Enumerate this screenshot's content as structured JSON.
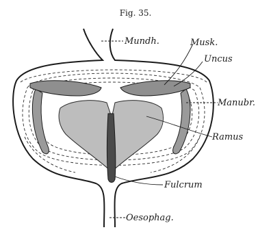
{
  "figure": {
    "title": "Fig. 35.",
    "labels": {
      "mundh": "Mundh.",
      "musk": "Musk.",
      "uncus": "Uncus",
      "manubr": "Manubr.",
      "ramus": "Ramus",
      "fulcrum": "Fulcrum",
      "oesophag": "Oesophag."
    }
  },
  "colors": {
    "ink": "#1a1a1a",
    "uncus_fill": "#8f8f8f",
    "ramus_fill": "#bdbdbd",
    "fulcrum_fill": "#4a4a4a"
  }
}
